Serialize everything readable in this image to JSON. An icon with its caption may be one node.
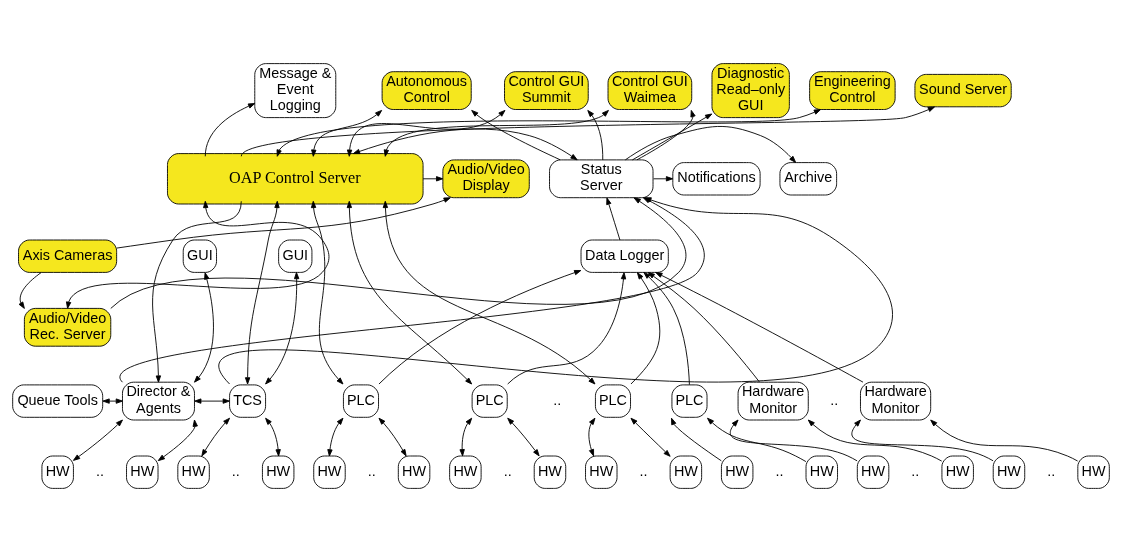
{
  "diagram": {
    "nodes": [
      {
        "text": [
          "Message & Event Logging"
        ]
      },
      {
        "text": [
          "Engineering Control"
        ]
      },
      {
        "text": [
          "Autonomous Control"
        ]
      },
      {
        "text": [
          "Control GUI Summit"
        ]
      },
      {
        "text": [
          "Control GUI Waimea"
        ]
      },
      {
        "text": [
          "Diagnostic Read–only GUI"
        ]
      },
      {
        "text": [
          "Sound Server"
        ]
      },
      {
        "text": [
          "OAP Control Server"
        ]
      },
      {
        "text": [
          "Status Server"
        ]
      },
      {
        "text": [
          "Archive"
        ]
      },
      {
        "text": [
          "Audio/Video Display"
        ]
      },
      {
        "text": [
          "Notifications"
        ]
      },
      {
        "text": [
          "Axis Cameras"
        ]
      },
      {
        "text": [
          "GUI"
        ]
      },
      {
        "text": [
          "GUI"
        ]
      },
      {
        "text": [
          "Data Logger"
        ]
      },
      {
        "text": [
          "Audio/Video Rec. Server"
        ]
      },
      {
        "text": [
          "Queue Tools"
        ]
      },
      {
        "text": [
          "Director & Agents"
        ]
      },
      {
        "text": [
          "TCS"
        ]
      },
      {
        "text": [
          "PLC"
        ]
      },
      {
        "text": [
          "PLC"
        ]
      },
      {
        "text": [
          "PLC"
        ]
      },
      {
        "text": [
          "PLC"
        ]
      },
      {
        "text": [
          "Hardware Monitor"
        ]
      },
      {
        "text": [
          "Hardware Monitor"
        ]
      },
      {
        "text": [
          "HW"
        ]
      },
      {
        "text": [
          "HW"
        ]
      },
      {
        "text": [
          "HW"
        ]
      },
      {
        "text": [
          "HW"
        ]
      },
      {
        "text": [
          "HW"
        ]
      },
      {
        "text": [
          "HW"
        ]
      },
      {
        "text": [
          "HW"
        ]
      },
      {
        "text": [
          "HW"
        ]
      },
      {
        "text": [
          "HW"
        ]
      },
      {
        "text": [
          "HW"
        ]
      },
      {
        "text": [
          "HW"
        ]
      },
      {
        "text": [
          "HW"
        ]
      },
      {
        "text": [
          "HW"
        ]
      },
      {
        "text": [
          "HW"
        ]
      },
      {
        "text": [
          "HW"
        ]
      },
      {
        "text": [
          "HW"
        ]
      }
    ],
    "edges": [
      {
        "from": 7,
        "to": 0,
        "arrow": "to"
      },
      {
        "from": 7,
        "to": 6,
        "arrow": "to"
      },
      {
        "from": 7,
        "to": 1,
        "arrow": "both"
      },
      {
        "from": 7,
        "to": 2,
        "arrow": "both"
      },
      {
        "from": 7,
        "to": 3,
        "arrow": "both"
      },
      {
        "from": 7,
        "to": 4,
        "arrow": "both"
      },
      {
        "from": 8,
        "to": 2,
        "arrow": "to"
      },
      {
        "from": 8,
        "to": 3,
        "arrow": "to"
      },
      {
        "from": 8,
        "to": 4,
        "arrow": "to"
      },
      {
        "from": 8,
        "to": 5,
        "arrow": "to"
      },
      {
        "from": 7,
        "to": 8,
        "arrow": "both"
      },
      {
        "from": 8,
        "to": 9,
        "arrow": "to"
      },
      {
        "from": 8,
        "to": 11,
        "arrow": "to"
      },
      {
        "from": 7,
        "to": 10,
        "arrow": "to"
      },
      {
        "from": 12,
        "to": 10,
        "arrow": "to"
      },
      {
        "from": 12,
        "to": 16,
        "arrow": "to"
      },
      {
        "from": 16,
        "to": 7,
        "arrow": "both"
      },
      {
        "from": 16,
        "to": 8,
        "arrow": "to"
      },
      {
        "from": 18,
        "to": 8,
        "arrow": "to"
      },
      {
        "from": 19,
        "to": 8,
        "arrow": "to"
      },
      {
        "from": 7,
        "to": 18,
        "arrow": "to"
      },
      {
        "from": 7,
        "to": 19,
        "arrow": "both"
      },
      {
        "from": 7,
        "to": 20,
        "arrow": "both"
      },
      {
        "from": 7,
        "to": 21,
        "arrow": "both"
      },
      {
        "from": 7,
        "to": 22,
        "arrow": "both"
      },
      {
        "from": 13,
        "to": 18,
        "arrow": "both"
      },
      {
        "from": 14,
        "to": 19,
        "arrow": "both"
      },
      {
        "from": 17,
        "to": 18,
        "arrow": "both"
      },
      {
        "from": 18,
        "to": 19,
        "arrow": "both"
      },
      {
        "from": 20,
        "to": 15,
        "arrow": "to"
      },
      {
        "from": 21,
        "to": 15,
        "arrow": "to"
      },
      {
        "from": 22,
        "to": 15,
        "arrow": "to"
      },
      {
        "from": 23,
        "to": 15,
        "arrow": "to"
      },
      {
        "from": 24,
        "to": 15,
        "arrow": "to"
      },
      {
        "from": 25,
        "to": 15,
        "arrow": "to"
      },
      {
        "from": 15,
        "to": 8,
        "arrow": "to"
      },
      {
        "from": 18,
        "to": 26,
        "arrow": "both"
      },
      {
        "from": 18,
        "to": 27,
        "arrow": "both"
      },
      {
        "from": 19,
        "to": 28,
        "arrow": "both"
      },
      {
        "from": 19,
        "to": 29,
        "arrow": "both"
      },
      {
        "from": 20,
        "to": 30,
        "arrow": "both"
      },
      {
        "from": 20,
        "to": 31,
        "arrow": "both"
      },
      {
        "from": 21,
        "to": 32,
        "arrow": "both"
      },
      {
        "from": 21,
        "to": 33,
        "arrow": "both"
      },
      {
        "from": 22,
        "to": 34,
        "arrow": "both"
      },
      {
        "from": 22,
        "to": 35,
        "arrow": "both"
      },
      {
        "from": 36,
        "to": 23,
        "arrow": "to"
      },
      {
        "from": 37,
        "to": 23,
        "arrow": "to"
      },
      {
        "from": 38,
        "to": 24,
        "arrow": "to"
      },
      {
        "from": 39,
        "to": 24,
        "arrow": "to"
      },
      {
        "from": 40,
        "to": 25,
        "arrow": "to"
      },
      {
        "from": 41,
        "to": 25,
        "arrow": "to"
      }
    ],
    "labels": [
      "..",
      "..",
      "..",
      "..",
      "..",
      "..",
      "..",
      "..",
      "..",
      ".."
    ]
  }
}
